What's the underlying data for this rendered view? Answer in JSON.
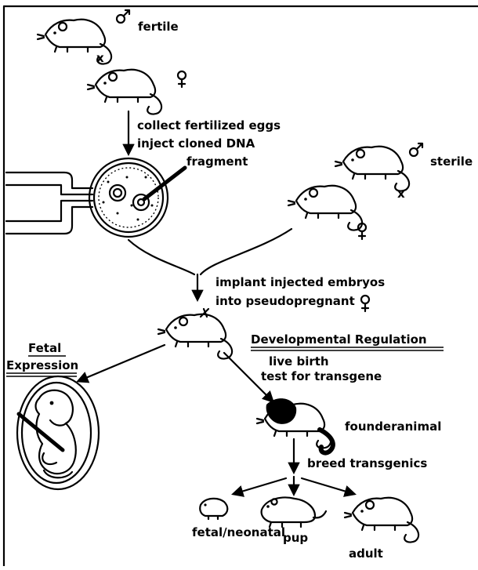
{
  "labels": {
    "fertile": "fertile",
    "cross_top": "x",
    "step_collect": "collect fertilized eggs",
    "step_inject": "inject cloned DNA",
    "step_fragment": "fragment",
    "sterile": "sterile",
    "cross_right": "x",
    "implant_1": "implant injected embryos",
    "implant_2": "into pseudopregnant",
    "developmental_regulation": "Developmental Regulation",
    "fetal": "Fetal",
    "expression": "Expression",
    "live_birth": "live birth",
    "test_transgene": "test for transgene",
    "founder": "founderanimal",
    "breed": "breed transgenics",
    "fetal_neonatal": "fetal/neonatal",
    "pup": "pup",
    "adult": "adult"
  },
  "icons": {
    "male_symbol": "male-symbol-icon",
    "female_symbol": "female-symbol-icon"
  },
  "colors": {
    "ink": "#000000",
    "paper": "#ffffff"
  }
}
